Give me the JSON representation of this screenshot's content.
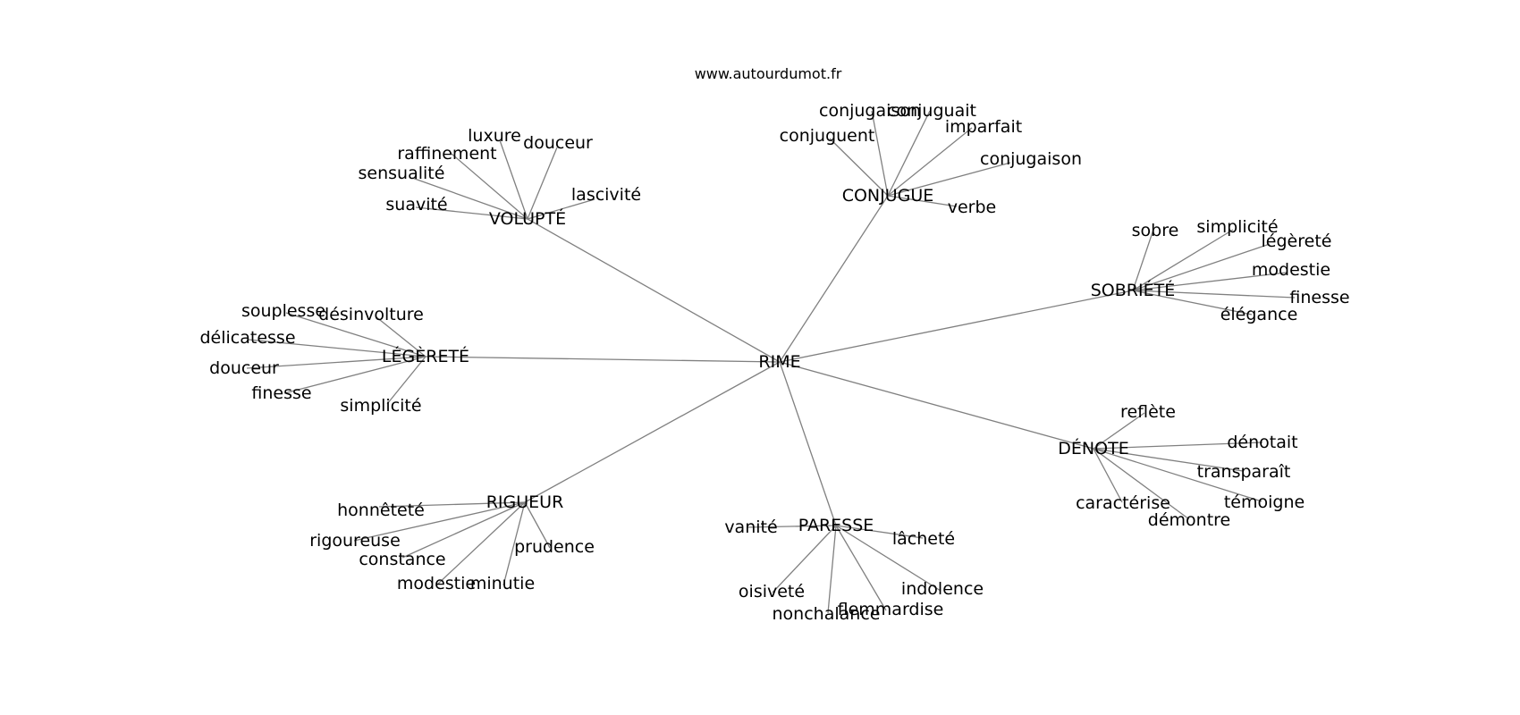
{
  "watermark": "www.autourdumot.fr",
  "graph": {
    "root": "RIME",
    "clusters": [
      {
        "hub": "VOLUPTÉ",
        "words": [
          "luxure",
          "douceur",
          "raffinement",
          "sensualité",
          "lascivité",
          "suavité"
        ]
      },
      {
        "hub": "CONJUGUE",
        "words": [
          "conjugaison",
          "conjuguait",
          "conjuguent",
          "imparfait",
          "conjugaison",
          "verbe"
        ]
      },
      {
        "hub": "SOBRIÉTÉ",
        "words": [
          "sobre",
          "simplicité",
          "légèreté",
          "modestie",
          "finesse",
          "élégance"
        ]
      },
      {
        "hub": "LÉGÈRETÉ",
        "words": [
          "souplesse",
          "désinvolture",
          "délicatesse",
          "douceur",
          "finesse",
          "simplicité"
        ]
      },
      {
        "hub": "DÉNOTE",
        "words": [
          "reflète",
          "dénotait",
          "transparaît",
          "témoigne",
          "caractérise",
          "démontre"
        ]
      },
      {
        "hub": "RIGUEUR",
        "words": [
          "honnêteté",
          "rigoureuse",
          "constance",
          "modestie",
          "minutie",
          "prudence"
        ]
      },
      {
        "hub": "PARESSE",
        "words": [
          "vanité",
          "lâcheté",
          "oisiveté",
          "indolence",
          "nonchalance",
          "flemmardise"
        ]
      }
    ]
  }
}
